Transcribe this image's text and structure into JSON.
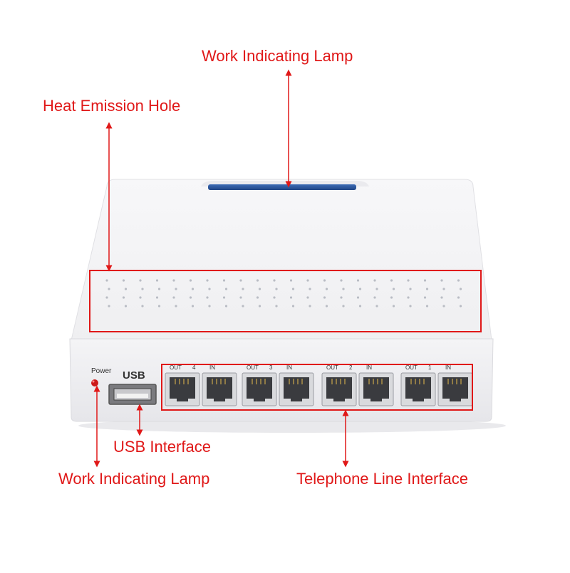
{
  "callouts": {
    "top_lamp": "Work Indicating Lamp",
    "heat_hole": "Heat Emission Hole",
    "usb_interface": "USB Interface",
    "front_lamp": "Work Indicating Lamp",
    "telephone_line": "Telephone Line Interface"
  },
  "device": {
    "power_label": "Power",
    "usb_label": "USB",
    "port_groups": [
      {
        "out_label": "OUT",
        "number": "4",
        "in_label": "IN"
      },
      {
        "out_label": "OUT",
        "number": "3",
        "in_label": "IN"
      },
      {
        "out_label": "OUT",
        "number": "2",
        "in_label": "IN"
      },
      {
        "out_label": "OUT",
        "number": "1",
        "in_label": "IN"
      }
    ]
  },
  "colors": {
    "annotation_red": "#e01818",
    "device_body": "#f1f1f3",
    "lamp_blue": "#2d5aa0",
    "power_led": "#cc1a1a"
  }
}
